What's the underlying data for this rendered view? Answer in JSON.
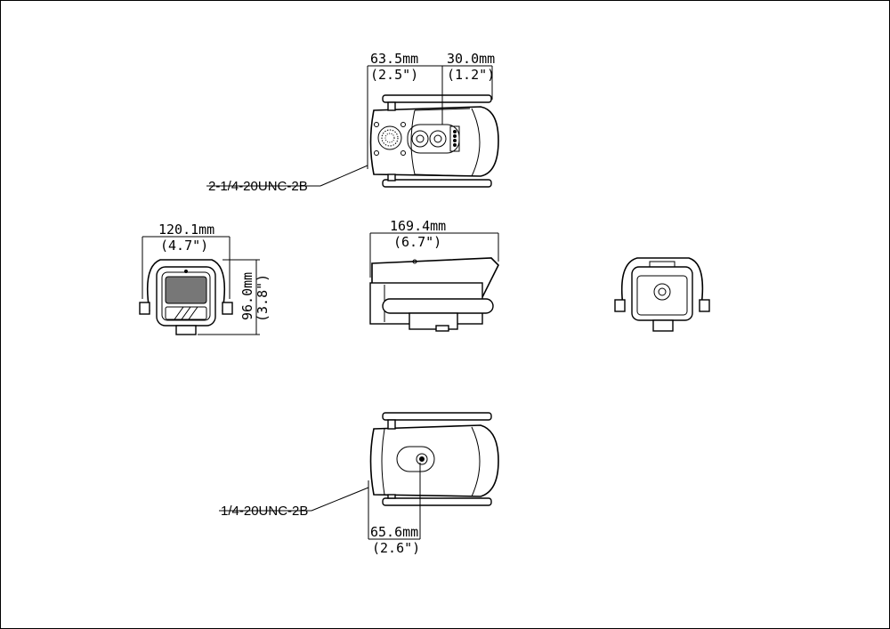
{
  "dimensions": {
    "top_left_width": {
      "mm": "63.5mm",
      "inch": "(2.5\")"
    },
    "top_right_width": {
      "mm": "30.0mm",
      "inch": "(1.2\")"
    },
    "front_width": {
      "mm": "120.1mm",
      "inch": "(4.7\")"
    },
    "front_height": {
      "mm": "96.0mm",
      "inch": "(3.8\")"
    },
    "side_length": {
      "mm": "169.4mm",
      "inch": "(6.7\")"
    },
    "bottom_offset": {
      "mm": "65.6mm",
      "inch": "(2.6\")"
    }
  },
  "notes": {
    "top_mount": "2-1/4-20UNC-2B",
    "bottom_mount": "1/4-20UNC-2B"
  },
  "colors": {
    "line": "#000000",
    "background": "#ffffff",
    "lens_fill": "#777777"
  }
}
